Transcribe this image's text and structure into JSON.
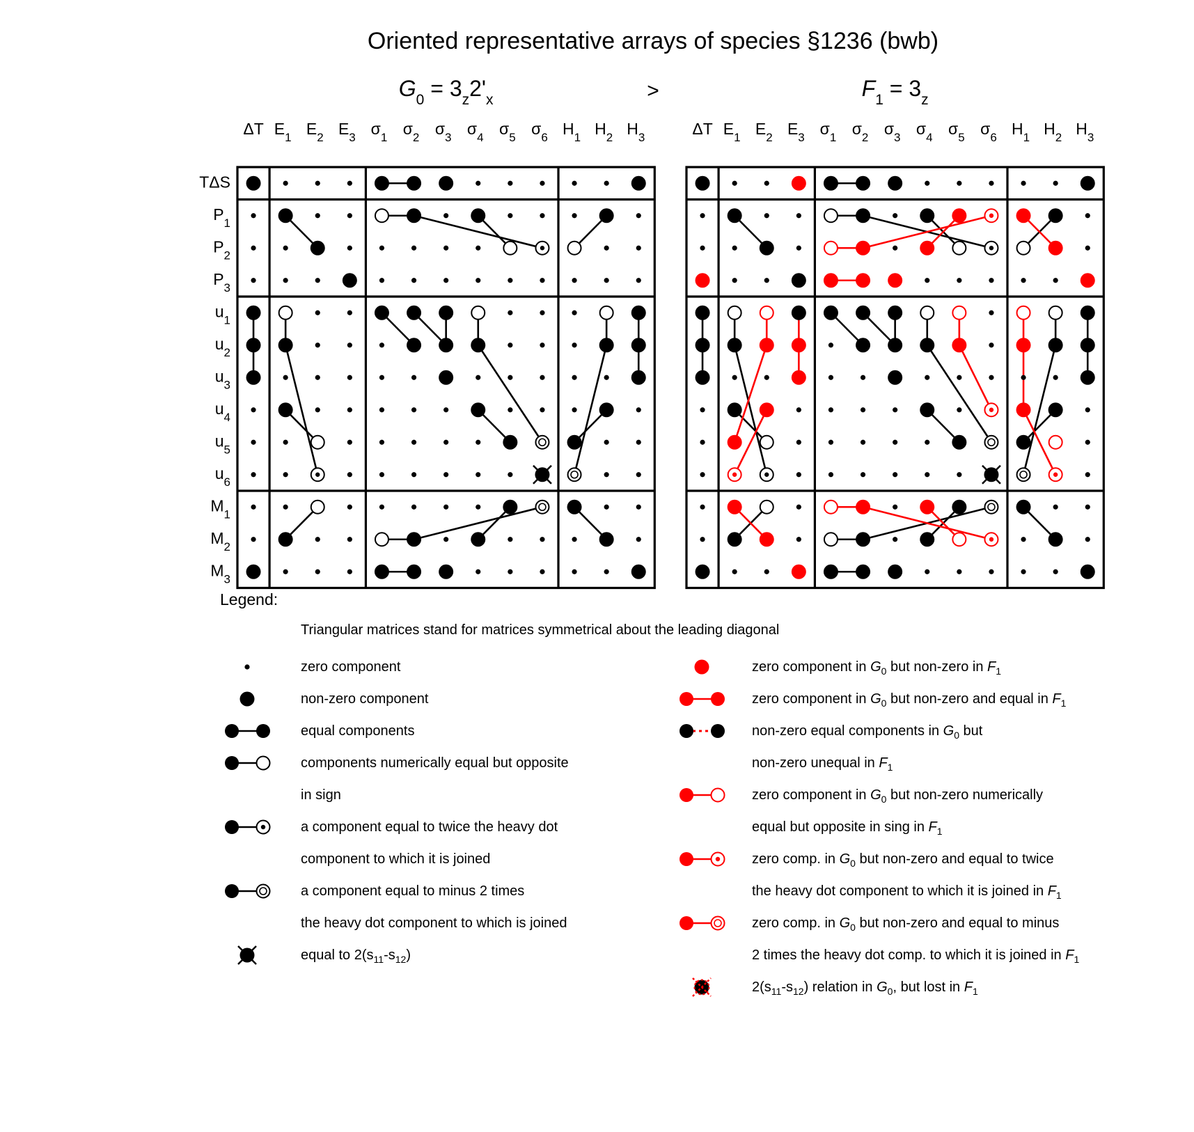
{
  "title": "Oriented representative arrays of species §1236 (bwb)",
  "comparison_sign": ">",
  "column_labels": [
    {
      "main": "ΔT",
      "sub": ""
    },
    {
      "main": "E",
      "sub": "1"
    },
    {
      "main": "E",
      "sub": "2"
    },
    {
      "main": "E",
      "sub": "3"
    },
    {
      "main": "σ",
      "sub": "1"
    },
    {
      "main": "σ",
      "sub": "2"
    },
    {
      "main": "σ",
      "sub": "3"
    },
    {
      "main": "σ",
      "sub": "4"
    },
    {
      "main": "σ",
      "sub": "5"
    },
    {
      "main": "σ",
      "sub": "6"
    },
    {
      "main": "H",
      "sub": "1"
    },
    {
      "main": "H",
      "sub": "2"
    },
    {
      "main": "H",
      "sub": "3"
    }
  ],
  "row_labels": [
    {
      "main": "TΔS",
      "sub": ""
    },
    {
      "main": "P",
      "sub": "1"
    },
    {
      "main": "P",
      "sub": "2"
    },
    {
      "main": "P",
      "sub": "3"
    },
    {
      "main": "u",
      "sub": "1"
    },
    {
      "main": "u",
      "sub": "2"
    },
    {
      "main": "u",
      "sub": "3"
    },
    {
      "main": "u",
      "sub": "4"
    },
    {
      "main": "u",
      "sub": "5"
    },
    {
      "main": "u",
      "sub": "6"
    },
    {
      "main": "M",
      "sub": "1"
    },
    {
      "main": "M",
      "sub": "2"
    },
    {
      "main": "M",
      "sub": "3"
    }
  ],
  "arrays": [
    {
      "id": "G0",
      "heading": {
        "symbol": "G",
        "symbol_sub": "0",
        "eq": " = 3",
        "eq_sub": "z",
        "eq2": "2'",
        "eq2_sub": "x"
      },
      "grid": [
        "F...FFF...F..F",
        ".F.....F....F.",
        "........OD.O..",
        "...F..........",
        "FO..FFOO....OF",
        "FF...F.FF...FF",
        "F......F.....F",
        ".F....F....F..",
        "..O.....FR.F..",
        "..D......XR...",
        "..O....FR..F..",
        ".F.OF.F...F...",
        "F...FFF......F"
      ],
      "links": [
        {
          "a": [
            0,
            4
          ],
          "b": [
            0,
            5
          ]
        },
        {
          "a": [
            1,
            1
          ],
          "b": [
            2,
            2
          ]
        },
        {
          "a": [
            1,
            4
          ],
          "b": [
            1,
            5
          ]
        },
        {
          "a": [
            1,
            5
          ],
          "b": [
            2,
            9
          ]
        },
        {
          "a": [
            1,
            7
          ],
          "b": [
            2,
            8
          ]
        },
        {
          "a": [
            2,
            10
          ],
          "b": [
            1,
            11
          ]
        },
        {
          "a": [
            4,
            0
          ],
          "b": [
            6,
            0
          ]
        },
        {
          "a": [
            4,
            1
          ],
          "b": [
            5,
            1
          ]
        },
        {
          "a": [
            5,
            1
          ],
          "b": [
            9,
            2
          ]
        },
        {
          "a": [
            7,
            1
          ],
          "b": [
            8,
            2
          ]
        },
        {
          "a": [
            4,
            4
          ],
          "b": [
            5,
            5
          ]
        },
        {
          "a": [
            4,
            5
          ],
          "b": [
            5,
            6
          ]
        },
        {
          "a": [
            4,
            6
          ],
          "b": [
            5,
            6
          ]
        },
        {
          "a": [
            4,
            7
          ],
          "b": [
            5,
            7
          ]
        },
        {
          "a": [
            5,
            7
          ],
          "b": [
            8,
            9
          ]
        },
        {
          "a": [
            7,
            7
          ],
          "b": [
            8,
            8
          ]
        },
        {
          "a": [
            4,
            11
          ],
          "b": [
            5,
            11
          ]
        },
        {
          "a": [
            5,
            11
          ],
          "b": [
            9,
            10
          ]
        },
        {
          "a": [
            7,
            11
          ],
          "b": [
            8,
            10
          ]
        },
        {
          "a": [
            4,
            12
          ],
          "b": [
            6,
            12
          ]
        },
        {
          "a": [
            10,
            2
          ],
          "b": [
            11,
            1
          ]
        },
        {
          "a": [
            11,
            4
          ],
          "b": [
            11,
            5
          ]
        },
        {
          "a": [
            11,
            5
          ],
          "b": [
            10,
            9
          ]
        },
        {
          "a": [
            10,
            8
          ],
          "b": [
            11,
            7
          ]
        },
        {
          "a": [
            10,
            10
          ],
          "b": [
            11,
            11
          ]
        },
        {
          "a": [
            12,
            4
          ],
          "b": [
            12,
            5
          ]
        }
      ]
    },
    {
      "id": "F1",
      "heading": {
        "symbol": "F",
        "symbol_sub": "1",
        "eq": " = 3",
        "eq_sub": "z",
        "eq2": "",
        "eq2_sub": ""
      },
      "grid": [
        "F..rFFF.....F",
        ".F...FF.FrqrF.",
        ".....oF.rO.Dor",
        "r..F.rrr.....r",
        "FOoFFFFOo...rOF",
        "FF.rF.FFFr..rFF",
        "F...rF...F....F",
        ".F.r...F..q.rF.",
        ".rO.....FR.Fo..",
        ".qD......XR.O.q",
        ".rO.orFr.rF.R.F",
        ".Fr.OF.FoqF..F.",
        "F..rFFF......F"
      ],
      "cells": [
        [
          "F",
          ".",
          ".",
          "r",
          "F",
          "F",
          "F",
          ".",
          ".",
          ".",
          ".",
          ".",
          "F"
        ],
        [
          ".",
          "F",
          ".",
          ".",
          "O",
          "F",
          ".",
          "F",
          "r",
          "q",
          "r",
          "F",
          "."
        ],
        [
          ".",
          ".",
          "F",
          ".",
          "o",
          "r",
          ".",
          "r",
          "O",
          "D",
          "O",
          "r",
          "."
        ],
        [
          "r",
          ".",
          ".",
          "F",
          "r",
          "r",
          "r",
          ".",
          ".",
          ".",
          ".",
          ".",
          "r"
        ],
        [
          "F",
          "O",
          "o",
          "F",
          "F",
          "F",
          "F",
          "O",
          "o",
          ".",
          "o",
          "O",
          "F"
        ],
        [
          "F",
          "F",
          "r",
          "r",
          ".",
          "F",
          "F",
          "F",
          "r",
          ".",
          "r",
          "F",
          "F"
        ],
        [
          "F",
          ".",
          ".",
          "r",
          ".",
          ".",
          "F",
          ".",
          ".",
          ".",
          ".",
          ".",
          "F"
        ],
        [
          ".",
          "F",
          "r",
          ".",
          ".",
          ".",
          ".",
          "F",
          ".",
          "q",
          "r",
          "F",
          "."
        ],
        [
          ".",
          "r",
          "O",
          ".",
          ".",
          ".",
          ".",
          ".",
          "F",
          "R",
          "F",
          "o",
          "."
        ],
        [
          ".",
          "q",
          "D",
          ".",
          ".",
          ".",
          ".",
          ".",
          ".",
          "X",
          "R",
          "q",
          "."
        ],
        [
          ".",
          "r",
          "O",
          ".",
          "o",
          "r",
          ".",
          "r",
          "F",
          "R",
          "F",
          ".",
          "."
        ],
        [
          ".",
          "F",
          "r",
          ".",
          "O",
          "F",
          ".",
          "F",
          "o",
          "q",
          ".",
          "F",
          "."
        ],
        [
          "F",
          ".",
          ".",
          "r",
          "F",
          "F",
          "F",
          ".",
          ".",
          ".",
          ".",
          ".",
          "F"
        ]
      ],
      "links": [
        {
          "a": [
            0,
            4
          ],
          "b": [
            0,
            5
          ]
        },
        {
          "a": [
            1,
            1
          ],
          "b": [
            2,
            2
          ]
        },
        {
          "a": [
            1,
            4
          ],
          "b": [
            1,
            5
          ]
        },
        {
          "a": [
            1,
            5
          ],
          "b": [
            2,
            9
          ]
        },
        {
          "a": [
            1,
            7
          ],
          "b": [
            2,
            8
          ]
        },
        {
          "a": [
            2,
            10
          ],
          "b": [
            1,
            11
          ]
        },
        {
          "a": [
            4,
            0
          ],
          "b": [
            6,
            0
          ]
        },
        {
          "a": [
            4,
            1
          ],
          "b": [
            5,
            1
          ]
        },
        {
          "a": [
            5,
            1
          ],
          "b": [
            9,
            2
          ]
        },
        {
          "a": [
            7,
            1
          ],
          "b": [
            8,
            2
          ]
        },
        {
          "a": [
            4,
            4
          ],
          "b": [
            5,
            5
          ]
        },
        {
          "a": [
            4,
            5
          ],
          "b": [
            5,
            6
          ]
        },
        {
          "a": [
            4,
            6
          ],
          "b": [
            5,
            6
          ]
        },
        {
          "a": [
            4,
            7
          ],
          "b": [
            5,
            7
          ]
        },
        {
          "a": [
            5,
            7
          ],
          "b": [
            8,
            9
          ]
        },
        {
          "a": [
            7,
            7
          ],
          "b": [
            8,
            8
          ]
        },
        {
          "a": [
            4,
            11
          ],
          "b": [
            5,
            11
          ]
        },
        {
          "a": [
            5,
            11
          ],
          "b": [
            9,
            10
          ]
        },
        {
          "a": [
            7,
            11
          ],
          "b": [
            8,
            10
          ]
        },
        {
          "a": [
            4,
            12
          ],
          "b": [
            6,
            12
          ]
        },
        {
          "a": [
            10,
            2
          ],
          "b": [
            11,
            1
          ]
        },
        {
          "a": [
            11,
            4
          ],
          "b": [
            11,
            5
          ]
        },
        {
          "a": [
            11,
            5
          ],
          "b": [
            10,
            9
          ]
        },
        {
          "a": [
            10,
            8
          ],
          "b": [
            11,
            7
          ]
        },
        {
          "a": [
            10,
            10
          ],
          "b": [
            11,
            11
          ]
        },
        {
          "a": [
            12,
            4
          ],
          "b": [
            12,
            5
          ]
        },
        {
          "a": [
            2,
            4
          ],
          "b": [
            2,
            5
          ],
          "red": true
        },
        {
          "a": [
            2,
            5
          ],
          "b": [
            1,
            9
          ],
          "red": true
        },
        {
          "a": [
            2,
            7
          ],
          "b": [
            1,
            8
          ],
          "red": true
        },
        {
          "a": [
            1,
            10
          ],
          "b": [
            2,
            11
          ],
          "red": true
        },
        {
          "a": [
            3,
            4
          ],
          "b": [
            3,
            5
          ],
          "red": true
        },
        {
          "a": [
            4,
            2
          ],
          "b": [
            5,
            2
          ],
          "red": true
        },
        {
          "a": [
            5,
            2
          ],
          "b": [
            8,
            1
          ],
          "red": true
        },
        {
          "a": [
            7,
            2
          ],
          "b": [
            9,
            1
          ],
          "red": true
        },
        {
          "a": [
            4,
            3
          ],
          "b": [
            6,
            3
          ],
          "red": true
        },
        {
          "a": [
            4,
            8
          ],
          "b": [
            5,
            8
          ],
          "red": true
        },
        {
          "a": [
            5,
            8
          ],
          "b": [
            7,
            9
          ],
          "red": true
        },
        {
          "a": [
            4,
            10
          ],
          "b": [
            5,
            10
          ],
          "red": true
        },
        {
          "a": [
            5,
            10
          ],
          "b": [
            7,
            10
          ],
          "red": true
        },
        {
          "a": [
            7,
            10
          ],
          "b": [
            9,
            11
          ],
          "red": true
        },
        {
          "a": [
            10,
            1
          ],
          "b": [
            11,
            2
          ],
          "red": true
        },
        {
          "a": [
            10,
            4
          ],
          "b": [
            10,
            5
          ],
          "red": true
        },
        {
          "a": [
            10,
            5
          ],
          "b": [
            11,
            9
          ],
          "red": true
        },
        {
          "a": [
            10,
            7
          ],
          "b": [
            11,
            8
          ],
          "red": true
        }
      ]
    }
  ],
  "legend": {
    "title": "Legend:",
    "note": "Triangular matrices stand for matrices symmetrical about the leading diagonal",
    "left": [
      {
        "symbol": "small-dot",
        "lines": [
          "zero component"
        ]
      },
      {
        "symbol": "filled-dot",
        "lines": [
          "non-zero component"
        ]
      },
      {
        "symbol": "equal-pair",
        "lines": [
          "equal components"
        ]
      },
      {
        "symbol": "opposite-pair",
        "lines": [
          "components numerically equal but opposite",
          "in sign"
        ]
      },
      {
        "symbol": "twice-pair",
        "lines": [
          "a component equal to twice the heavy dot",
          "component to which it is joined"
        ]
      },
      {
        "symbol": "minus-two-pair",
        "lines": [
          "a component equal to minus 2 times",
          "the heavy dot component to which is joined"
        ]
      },
      {
        "symbol": "x-dot",
        "lines": [
          "equal to 2(s11-s12)"
        ]
      }
    ],
    "right": [
      {
        "symbol": "red-dot",
        "lines": [
          "zero component in G0 but non-zero in F1"
        ]
      },
      {
        "symbol": "red-equal-pair",
        "lines": [
          "zero component in G0 but non-zero and equal in F1"
        ]
      },
      {
        "symbol": "broken-pair",
        "lines": [
          "non-zero equal components in G0 but",
          "non-zero unequal in F1"
        ]
      },
      {
        "symbol": "red-opposite-pair",
        "lines": [
          "zero component in G0 but non-zero numerically",
          "equal but opposite in sing in F1"
        ]
      },
      {
        "symbol": "red-twice-pair",
        "lines": [
          "zero comp. in G0 but non-zero and equal to twice",
          "the heavy dot component to which it is joined in F1"
        ]
      },
      {
        "symbol": "red-minus-two-pair",
        "lines": [
          "zero comp. in G0 but non-zero and equal to minus",
          "2 times the heavy dot comp. to which it is joined in F1"
        ]
      },
      {
        "symbol": "lost-x-dot",
        "lines": [
          "2(s11-s12) relation in G0, but lost in F1"
        ]
      }
    ]
  },
  "colors": {
    "black": "#000000",
    "red": "#ff0000",
    "background": "#ffffff"
  }
}
